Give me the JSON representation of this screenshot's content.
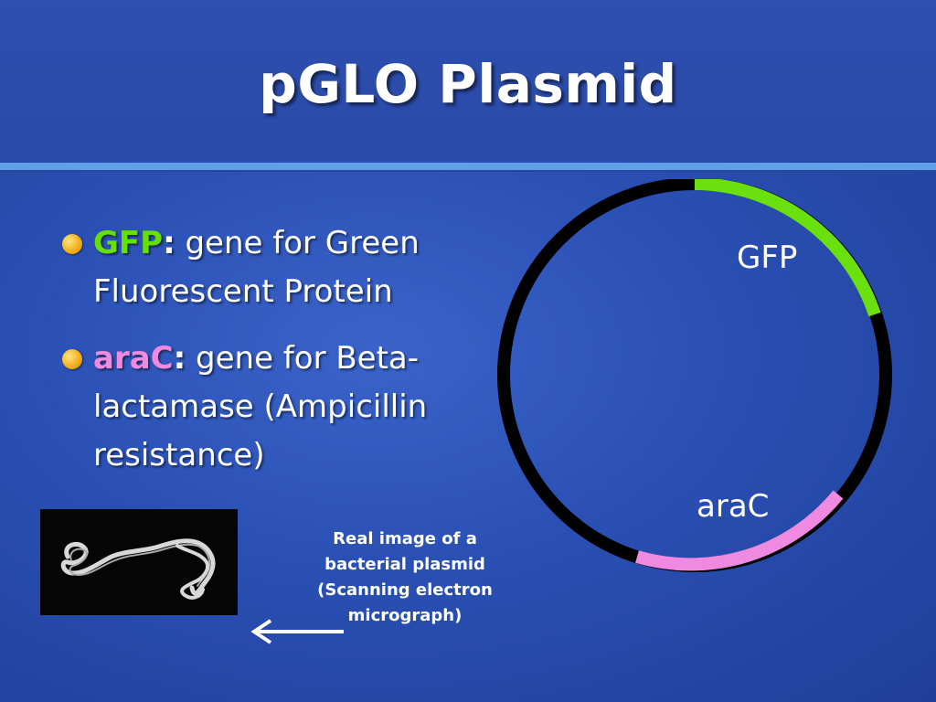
{
  "slide": {
    "title": "pGLO Plasmid"
  },
  "bullets": [
    {
      "term": "GFP",
      "colon": ":",
      "text": " gene for Green Fluorescent Protein",
      "term_color": "#66e000"
    },
    {
      "term": "araC",
      "colon": ":",
      "text": " gene for Beta-lactamase (Ampicillin resistance)",
      "term_color": "#f08ae0"
    }
  ],
  "micrograph": {
    "caption_lines": [
      "Real image of a",
      "bacterial plasmid",
      "(Scanning electron",
      "micrograph)"
    ],
    "arrow_icon": "left-arrow-icon"
  },
  "plasmid": {
    "labels": {
      "gfp": "GFP",
      "arac": "araC"
    },
    "colors": {
      "backbone": "#000000",
      "gfp": "#6be00f",
      "arac": "#f08ae0"
    }
  },
  "colors": {
    "background": "#2a4fb3",
    "divider": "#5fa0e8",
    "bullet": "#f2b01e"
  }
}
